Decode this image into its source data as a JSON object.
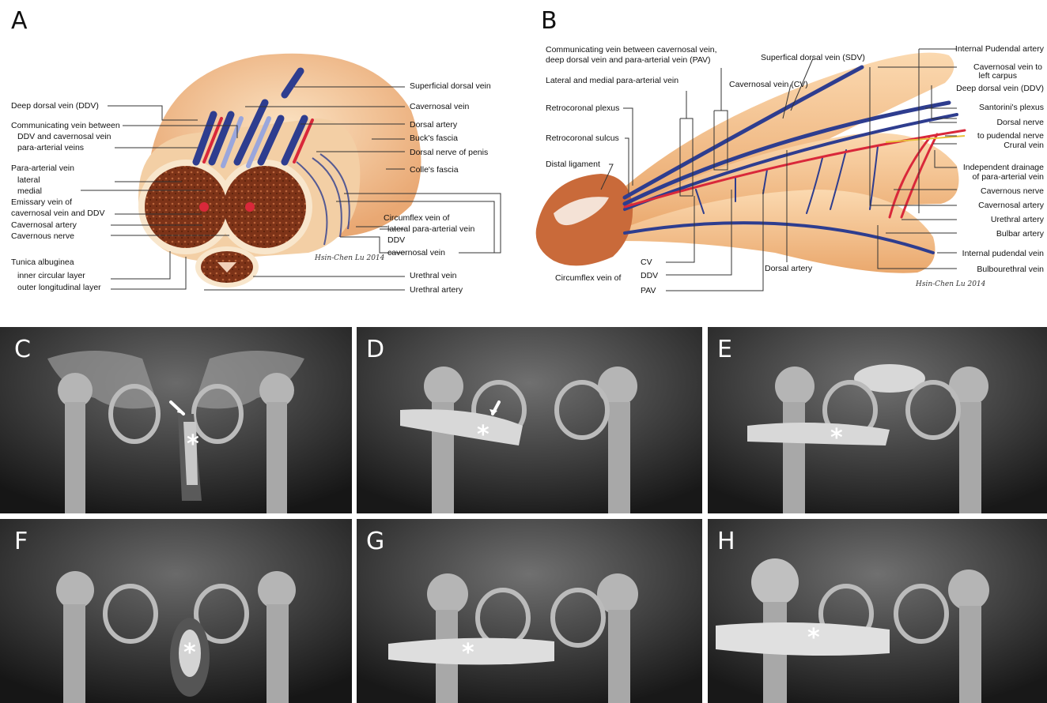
{
  "panel_a": {
    "letter": "A",
    "labels_left": {
      "ddv": "Deep dorsal vein (DDV)",
      "communicating_title": "Communicating vein between",
      "communicating_1": "DDV and cavernosal vein",
      "communicating_2": "para-arterial veins",
      "para_arterial_title": "Para-arterial vein",
      "lateral": "lateral",
      "medial": "medial",
      "emissary_1": "Emissary vein of",
      "emissary_2": "cavernosal vein and DDV",
      "cavernosal_artery": "Cavernosal artery",
      "cavernous_nerve": "Cavernous nerve",
      "tunica": "Tunica albuginea",
      "inner_layer": "inner circular layer",
      "outer_layer": "outer longitudinal layer"
    },
    "labels_right": {
      "superficial_dorsal_vein": "Superficial dorsal vein",
      "cavernosal_vein": "Cavernosal vein",
      "dorsal_artery": "Dorsal artery",
      "bucks_fascia": "Buck's fascia",
      "dorsal_nerve": "Dorsal nerve of penis",
      "colles_fascia": "Colle's fascia",
      "circumflex_title": "Circumflex vein of",
      "circumflex_1": "lateral para-arterial vein",
      "circumflex_2": "DDV",
      "circumflex_3": "cavernosal vein",
      "urethral_vein": "Urethral vein",
      "urethral_artery": "Urethral artery"
    },
    "signature": "Hsin-Chen Lu 2014"
  },
  "panel_b": {
    "letter": "B",
    "labels_left": {
      "communicating_1": "Communicating vein between cavernosal vein,",
      "communicating_2": "deep dorsal vein and para-arterial vein (PAV)",
      "lateral_medial_pav": "Lateral and medial para-arterial vein",
      "retrocoronal_plexus": "Retrocoronal plexus",
      "retrocoronal_sulcus": "Retrocoronal sulcus",
      "distal_ligament": "Distal ligament"
    },
    "labels_top": {
      "sdv": "Superfical dorsal vein (SDV)",
      "cv": "Cavernosal vein (CV)"
    },
    "labels_right": {
      "internal_pudendal_artery": "Internal Pudendal artery",
      "cavernosal_vein_left_1": "Cavernosal vein to",
      "cavernosal_vein_left_2": "left carpus",
      "ddv": "Deep dorsal vein (DDV)",
      "santorini": "Santorini's plexus",
      "dorsal_nerve": "Dorsal nerve",
      "to_pudendal_nerve": "to pudendal nerve",
      "crural_vein": "Crural vein",
      "independent_1": "Independent drainage",
      "independent_2": "of para-arterial vein",
      "cavernous_nerve": "Cavernous nerve",
      "cavernosal_artery": "Cavernosal artery",
      "urethral_artery": "Urethral artery",
      "bulbar_artery": "Bulbar artery",
      "internal_pudendal_vein": "Internal pudendal vein",
      "bulbourethral_vein": "Bulbourethral vein"
    },
    "labels_bottom": {
      "circumflex_title": "Circumflex vein of",
      "cv": "CV",
      "ddv": "DDV",
      "pav": "PAV",
      "dorsal_artery": "Dorsal artery"
    },
    "signature": "Hsin-Chen Lu 2014"
  },
  "xray_panels": [
    {
      "letter": "C",
      "arrow": true,
      "asterisk": "*"
    },
    {
      "letter": "D",
      "arrow": true,
      "asterisk": "*"
    },
    {
      "letter": "E",
      "arrow": false,
      "asterisk": "*"
    },
    {
      "letter": "F",
      "arrow": false,
      "asterisk": "*"
    },
    {
      "letter": "G",
      "arrow": false,
      "asterisk": "*"
    },
    {
      "letter": "H",
      "arrow": false,
      "asterisk": "*"
    }
  ],
  "colors": {
    "vein": "#2e3d8f",
    "artery": "#d9283a",
    "nerve": "#e8c23a",
    "flesh": "#f2c79a",
    "corpus": "#8a3a1c"
  }
}
